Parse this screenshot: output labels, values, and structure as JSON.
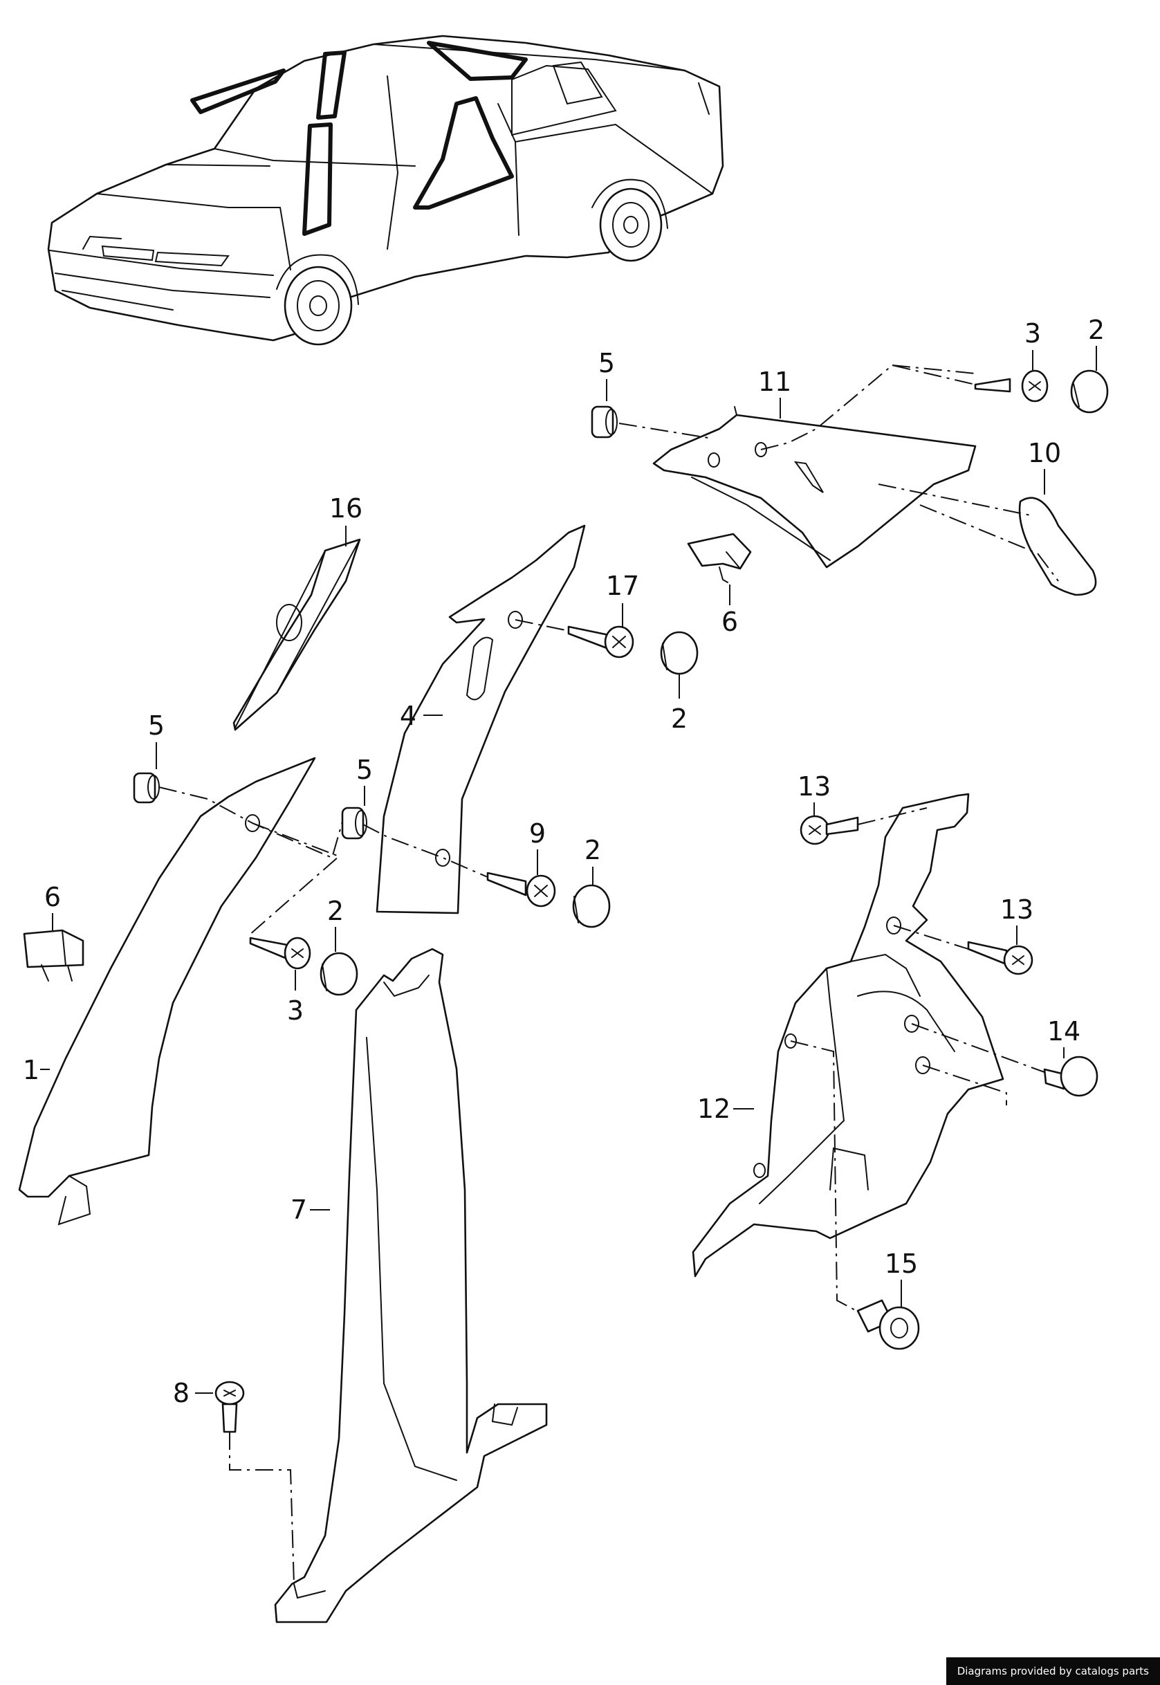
{
  "callouts": {
    "c1": "1",
    "c2a": "2",
    "c2b": "2",
    "c2c": "2",
    "c2d": "2",
    "c3a": "3",
    "c3b": "3",
    "c4": "4",
    "c5a": "5",
    "c5b": "5",
    "c5c": "5",
    "c6a": "6",
    "c6b": "6",
    "c7": "7",
    "c8": "8",
    "c9": "9",
    "c10": "10",
    "c11": "11",
    "c12": "12",
    "c13a": "13",
    "c13b": "13",
    "c14": "14",
    "c15": "15",
    "c16": "16",
    "c17": "17"
  },
  "footer": {
    "credit": "Diagrams provided by catalogs parts"
  },
  "icons": {
    "fastener": "screw-icon",
    "cap": "cap-icon",
    "clip": "clip-icon"
  },
  "colors": {
    "ink": "#111111",
    "paper": "#ffffff",
    "badge": "#0b0b0b"
  }
}
